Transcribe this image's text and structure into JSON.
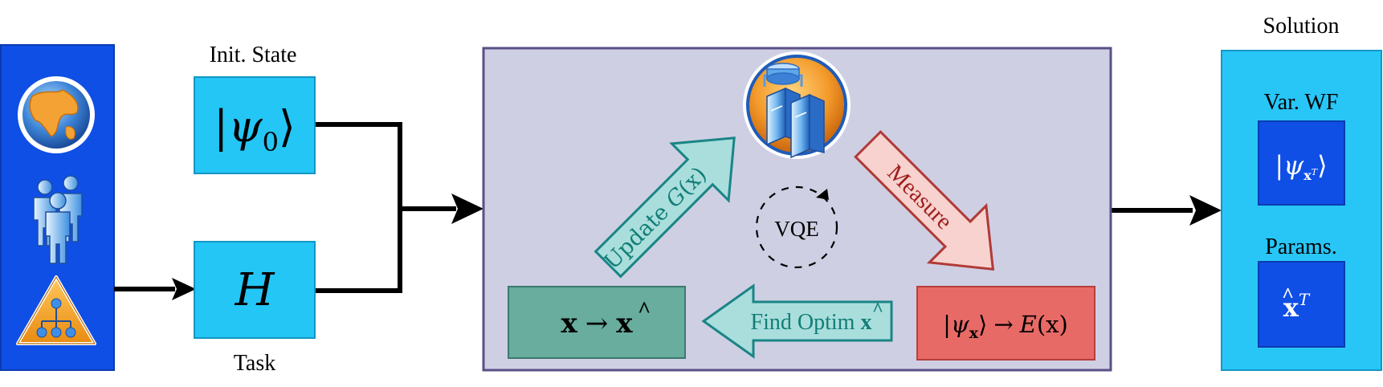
{
  "labels": {
    "init_state": "Init. State",
    "task": "Task",
    "solution": "Solution",
    "var_wf": "Var. WF",
    "params": "Params.",
    "vqe": "VQE"
  },
  "boxes": {
    "psi0": {
      "ket_open": "|",
      "psi": "ψ",
      "sub": "0",
      "ket_close": "⟩"
    },
    "hamiltonian": "H",
    "x_to_xhat": {
      "x": "x",
      "arrow": "→",
      "xhat": "x",
      "hat": "^"
    },
    "psi_to_energy": {
      "open": "|",
      "psi": "ψ",
      "sub": "x",
      "close": "⟩",
      "arrow": "→",
      "E": "E",
      "arg": "(x)"
    },
    "wf_result": {
      "open": "|",
      "psi": "ψ",
      "sub": "x",
      "sup": "T",
      "close": "⟩"
    },
    "params_result": {
      "x": "x",
      "hat": "^",
      "sup": "T"
    }
  },
  "arrows": {
    "update": {
      "text": "Update ",
      "G": "G",
      "arg": "(x)"
    },
    "measure": "Measure",
    "find_optim": {
      "text": "Find Optim ",
      "xhat": "x",
      "hat": "^"
    }
  },
  "icons": [
    "globe-icon",
    "users-icon",
    "hierarchy-icon",
    "server-icon"
  ],
  "colors": {
    "left_panel": "#0f4fe6",
    "cyan_box": "#23c6f5",
    "vqe_bg": "#cfcfe4",
    "vqe_border": "#5a4f86",
    "teal_box": "#68ad9e",
    "teal_arrow": "#a9dedd",
    "red_box": "#e86a66",
    "pink_arrow": "#f7d2cf",
    "solution_panel": "#27c6f7",
    "dark_box": "#0f4fe6"
  }
}
